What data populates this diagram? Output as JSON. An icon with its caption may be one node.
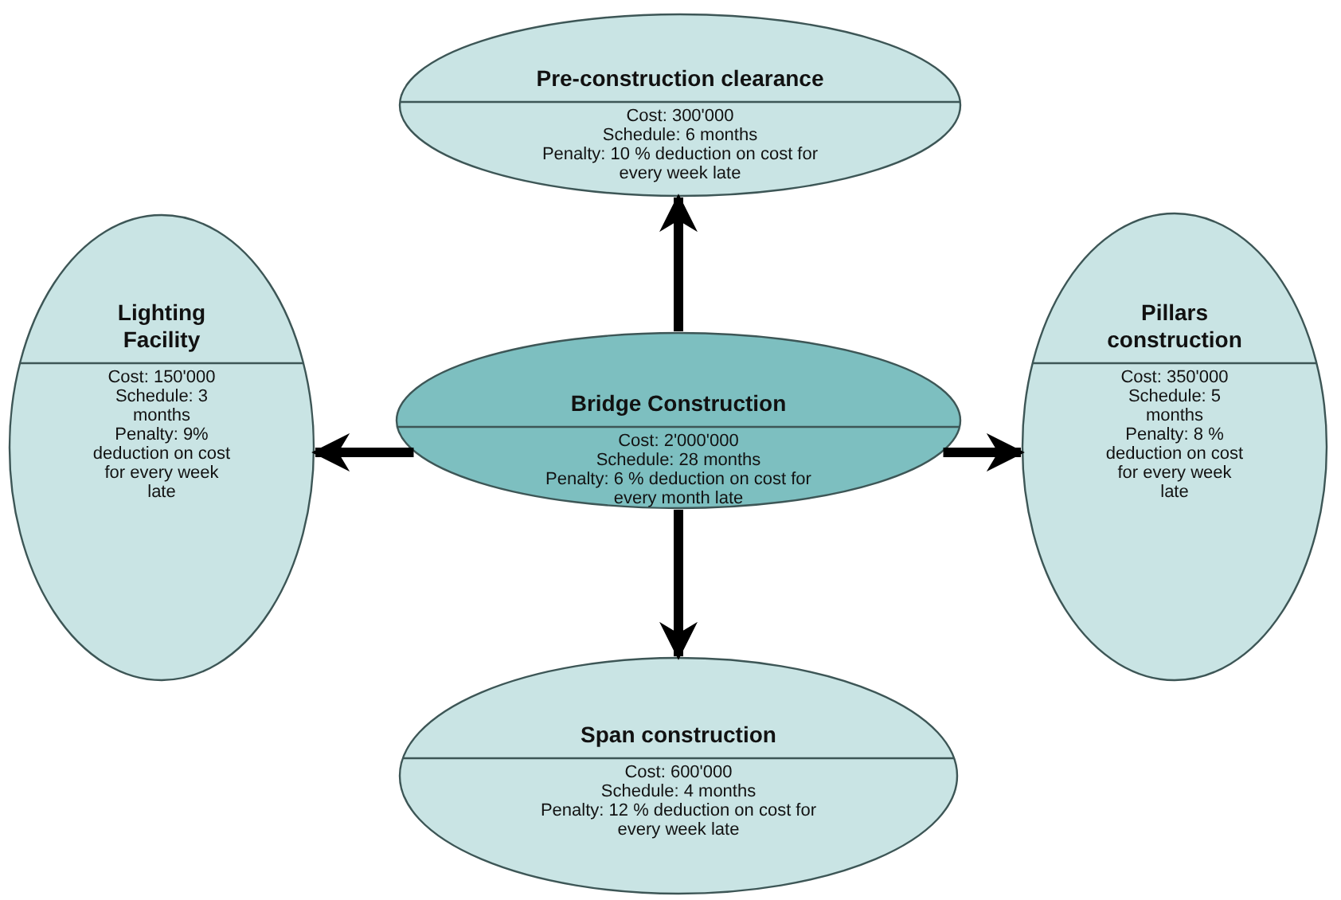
{
  "diagram": {
    "nodes": [
      {
        "text": [
          "Pre-construction clearance",
          "Cost: 300'000",
          "Schedule: 6 months",
          "Penalty: 10 % deduction on cost for every week late"
        ]
      },
      {
        "text": [
          "Lighting Facility",
          "Cost: 150'000",
          "Schedule: 3 months",
          "Penalty: 9% deduction on cost for every week late"
        ]
      },
      {
        "text": [
          "Bridge Construction",
          "Cost: 2'000'000",
          "Schedule: 28 months",
          "Penalty: 6 % deduction on cost for every month late"
        ]
      },
      {
        "text": [
          "Pillars construction",
          "Cost: 350'000",
          "Schedule: 5 months",
          "Penalty: 8 % deduction on cost for every week late"
        ]
      },
      {
        "text": [
          "Span construction",
          "Cost: 600'000",
          "Schedule: 4 months",
          "Penalty: 12 % deduction on cost for every week late"
        ]
      }
    ],
    "edges": [
      {
        "from": 2,
        "to": 0,
        "arrow": "to"
      },
      {
        "from": 2,
        "to": 1,
        "arrow": "to"
      },
      {
        "from": 2,
        "to": 3,
        "arrow": "to"
      },
      {
        "from": 2,
        "to": 4,
        "arrow": "to"
      }
    ]
  }
}
